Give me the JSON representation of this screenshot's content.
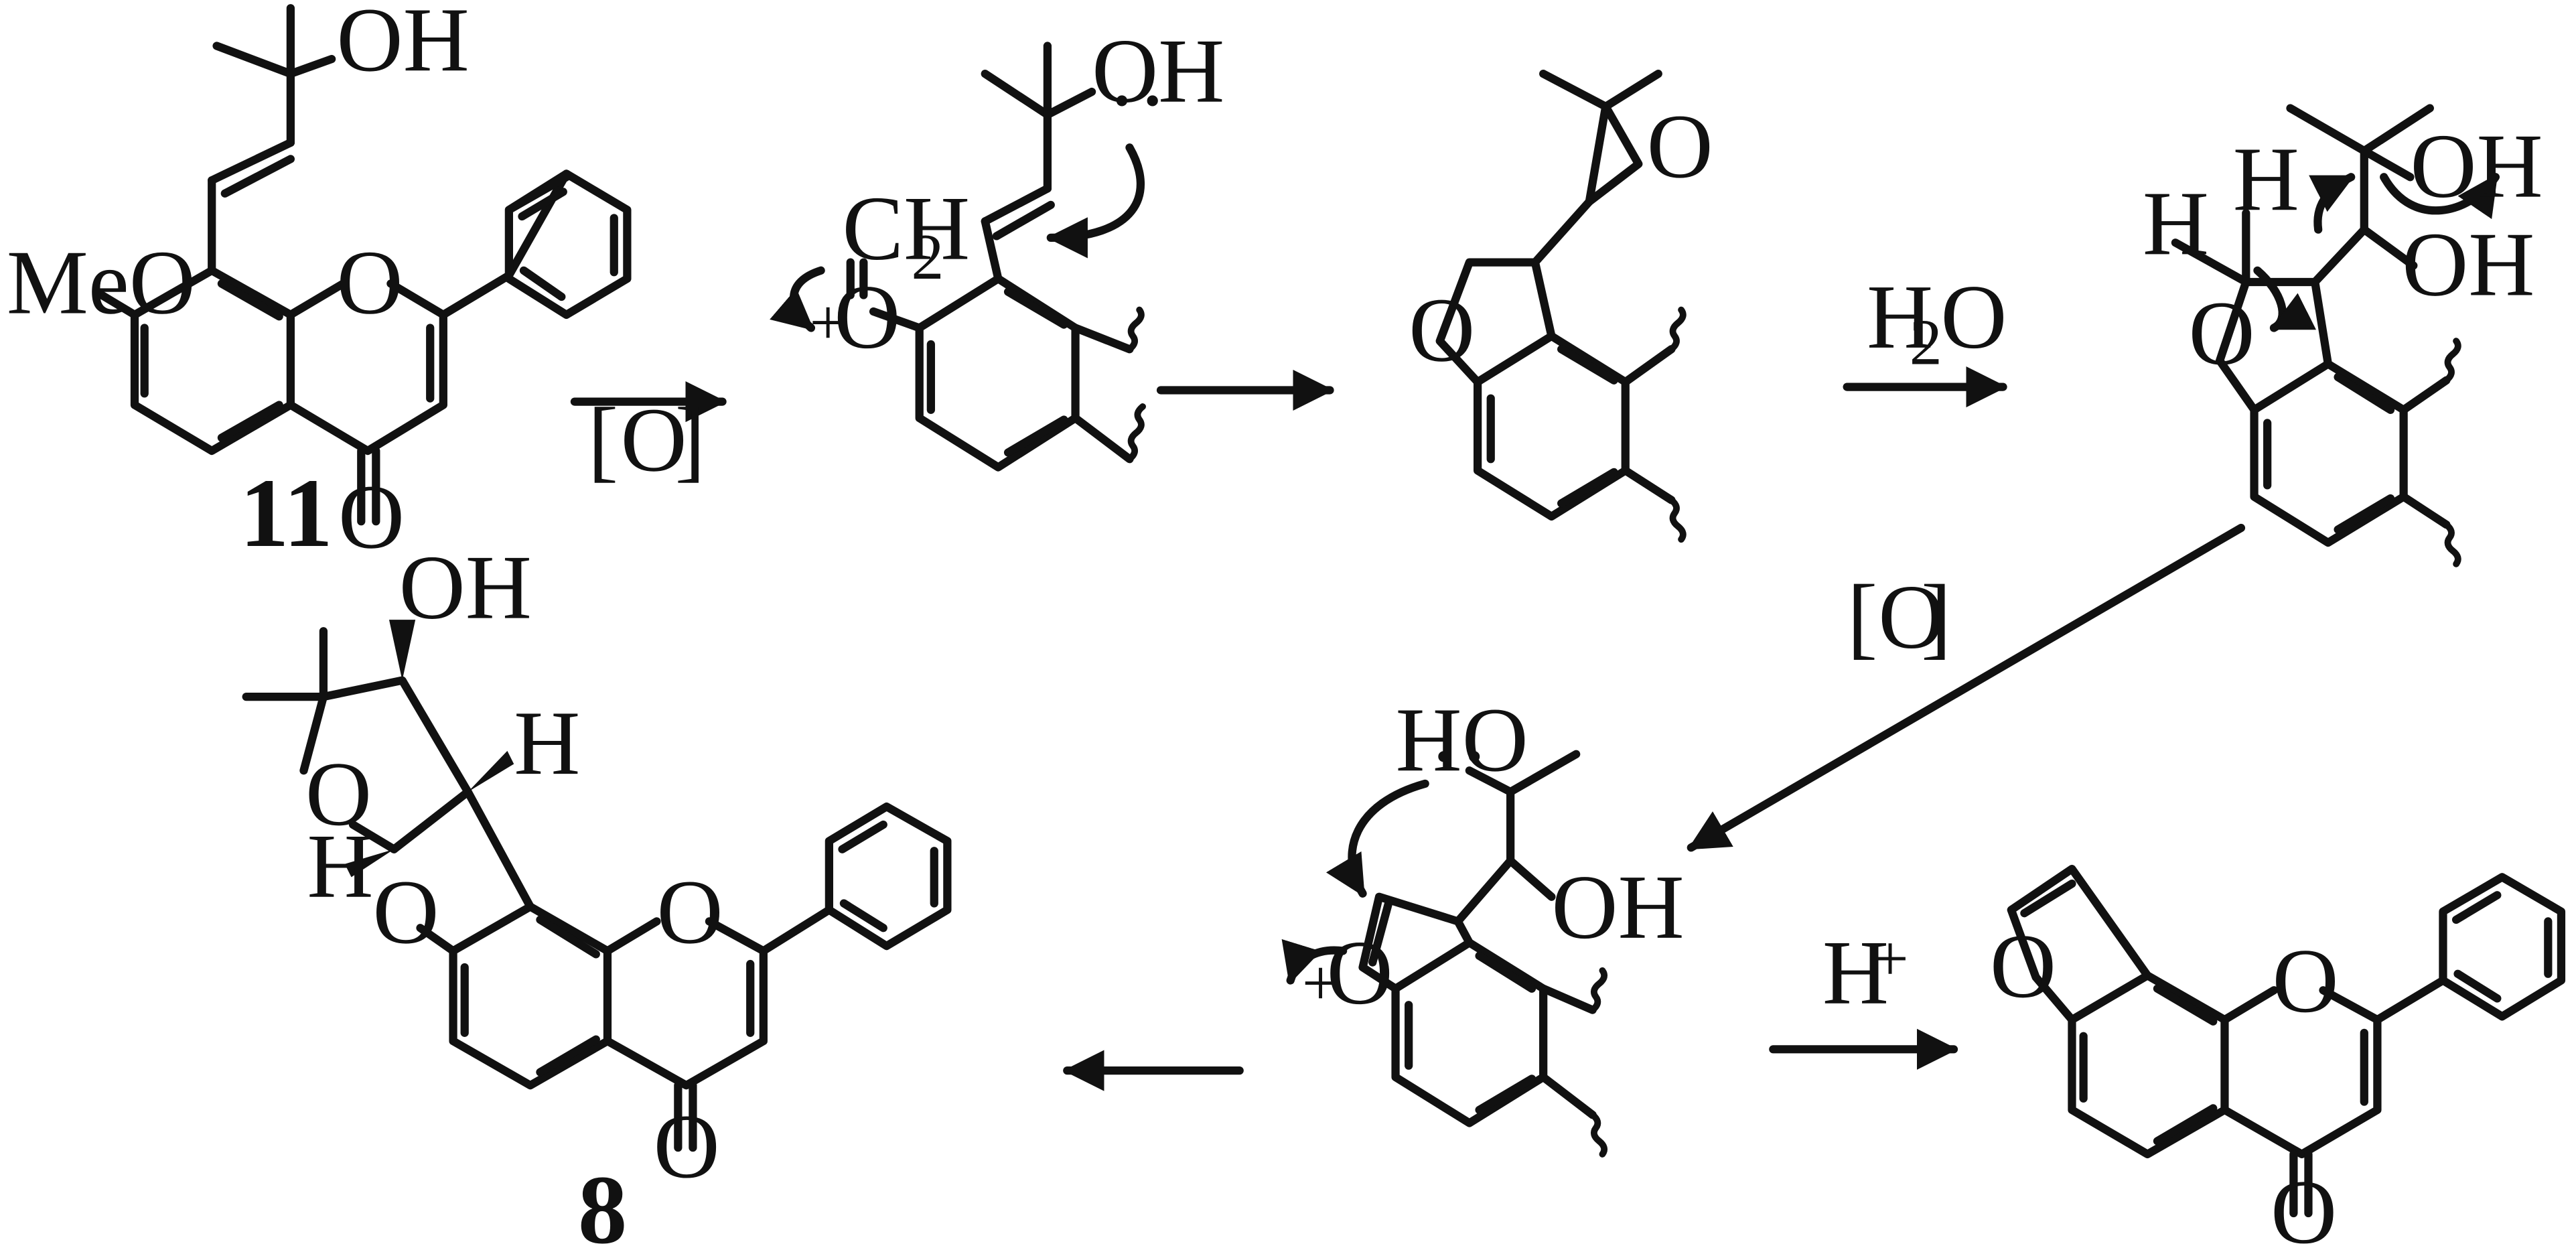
{
  "labels": {
    "oh": "OH",
    "ho": "HO",
    "o": "O",
    "h": "H",
    "meo": "MeO",
    "ch": "CH",
    "two": "2",
    "plus": "+",
    "lone_pair": "··",
    "ox_bracket_left": "[",
    "ox_bracket_right": "]",
    "ox_letter": "O",
    "water": "H",
    "water_sub": "2",
    "water_o": "O",
    "acid": "H",
    "acid_sup": "+"
  },
  "compounds": {
    "start": "11",
    "product": "8"
  }
}
